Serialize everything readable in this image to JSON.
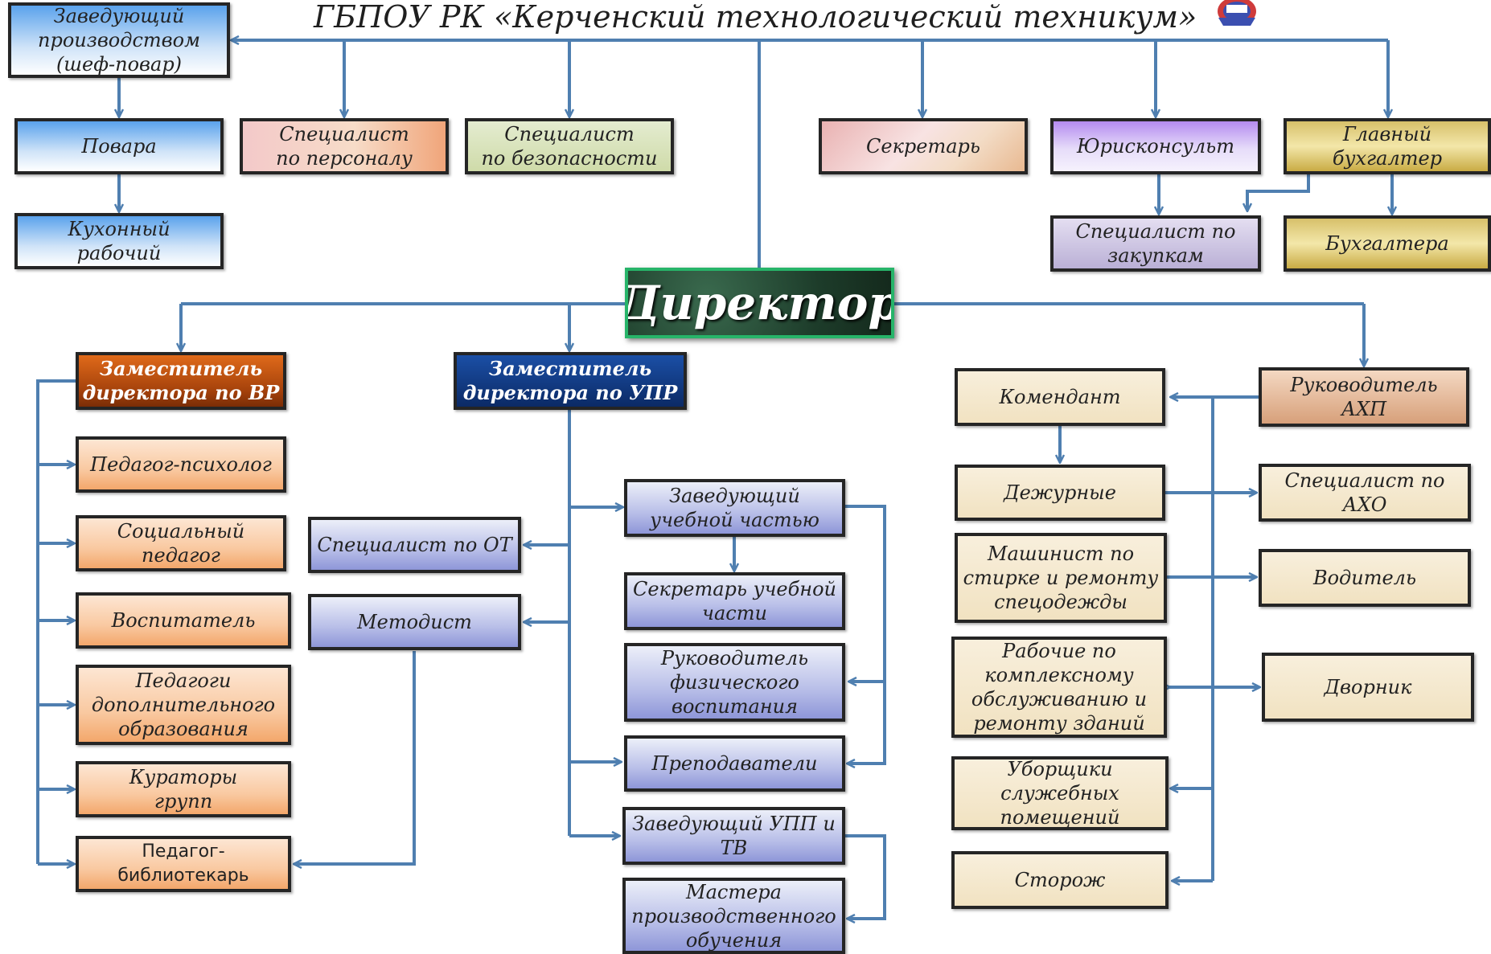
{
  "header": {
    "title": "ГБПОУ РК «Керченский технологический техникум»"
  },
  "director": "Директор",
  "top": {
    "zav_proizv": [
      "Заведующий",
      "производством",
      "(шеф-повар)"
    ],
    "povara": [
      "Повара"
    ],
    "kuhonny": [
      "Кухонный",
      "рабочий"
    ],
    "spec_personal": [
      "Специалист",
      "по персоналу"
    ],
    "spec_bezop": [
      "Специалист",
      "по безопасности"
    ],
    "sekretar": [
      "Секретарь"
    ],
    "yurist": [
      "Юрисконсульт"
    ],
    "gl_buh": [
      "Главный",
      "бухгалтер"
    ],
    "spec_zakup": [
      "Специалист по",
      "закупкам"
    ],
    "buhgaltera": [
      "Бухгалтера"
    ]
  },
  "vr": {
    "head": [
      "Заместитель",
      "директора по ВР"
    ],
    "psiholog": [
      "Педагог-психолог"
    ],
    "soc_pedagog": [
      "Социальный",
      "педагог"
    ],
    "vospitatel": [
      "Воспитатель"
    ],
    "ped_dop": [
      "Педагоги",
      "дополнительного",
      "образования"
    ],
    "kuratory": [
      "Кураторы",
      "групп"
    ],
    "bibliotekar": [
      "Педагог-",
      "библиотекарь"
    ]
  },
  "upr": {
    "head": [
      "Заместитель",
      "директора по УПР"
    ],
    "spec_ot": [
      "Специалист по ОТ"
    ],
    "metodist": [
      "Методист"
    ],
    "zav_uch": [
      "Заведующий",
      "учебной частью"
    ],
    "sekr_uch": [
      "Секретарь учебной",
      "части"
    ],
    "ruk_fiz": [
      "Руководитель",
      "физического",
      "воспитания"
    ],
    "prepod": [
      "Преподаватели"
    ],
    "zav_upp": [
      "Заведующий УПП и",
      "ТВ"
    ],
    "mastera": [
      "Мастера",
      "производственного",
      "обучения"
    ]
  },
  "ahp": {
    "head": [
      "Руководитель",
      "АХП"
    ],
    "komendant": [
      "Комендант"
    ],
    "dezhurnye": [
      "Дежурные"
    ],
    "mashinist": [
      "Машинист по",
      "стирке и ремонту",
      "спецодежды"
    ],
    "rabochie": [
      "Рабочие по",
      "комплексному",
      "обслуживанию и",
      "ремонту зданий"
    ],
    "uborshiki": [
      "Уборщики",
      "служебных",
      "помещений"
    ],
    "storozh": [
      "Сторож"
    ],
    "spec_aho": [
      "Специалист по",
      "АХО"
    ],
    "voditel": [
      "Водитель"
    ],
    "dvornik": [
      "Дворник"
    ]
  },
  "colors": {
    "wire": "#4f7fb0",
    "director_border": "#27b469"
  }
}
